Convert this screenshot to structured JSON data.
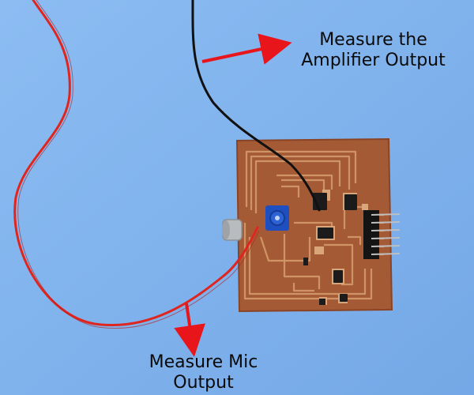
{
  "annotations": {
    "amplifier_output": {
      "line1": "Measure the",
      "line2": "Amplifier Output"
    },
    "mic_output": {
      "line1": "Measure Mic",
      "line2": "Output"
    }
  },
  "colors": {
    "background": "#7fb2ec",
    "pcb": "#a55a36",
    "copper_trace": "#c98a5c",
    "red_wire": "#e0251f",
    "black_wire": "#111111",
    "arrow": "#e8161b",
    "potentiometer": "#1d4fc0"
  }
}
